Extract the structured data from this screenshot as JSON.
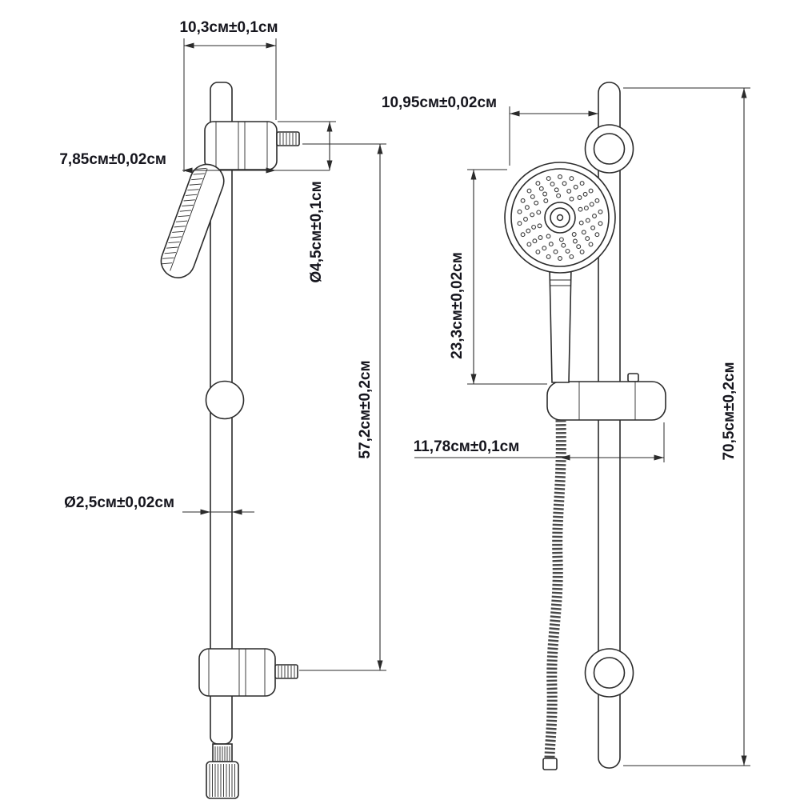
{
  "drawing": {
    "colors": {
      "background": "#ffffff",
      "line": "#2b2b2b",
      "text": "#15151d"
    },
    "side_view_dims": {
      "top_width": "10,3см±0,1см",
      "holder_offset": "7,85см±0,02см",
      "holder_diameter": "Ø4,5см±0,1см",
      "mount_distance": "57,2см±0,2см",
      "bar_diameter": "Ø2,5см±0,02см"
    },
    "front_view_dims": {
      "head_to_bar": "10,95см±0,02см",
      "handset_length": "23,3см±0,02см",
      "slider_width": "11,78см±0,1см",
      "overall_length": "70,5см±0,2см"
    }
  }
}
